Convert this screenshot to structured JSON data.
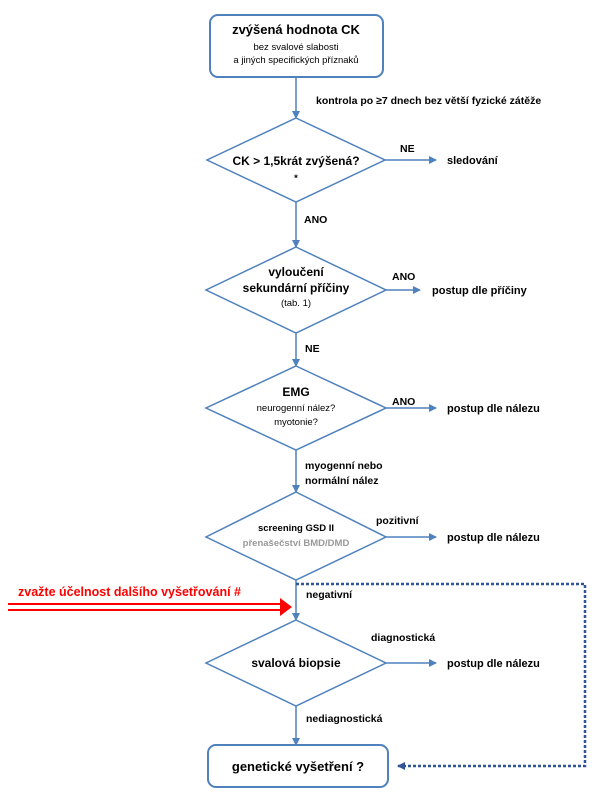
{
  "colors": {
    "line": "#4f81bd",
    "shape_fill": "#ffffff",
    "warning": "#ff0000",
    "dashed": "#2f5597",
    "muted_text": "#999999"
  },
  "start": {
    "title": "zvýšená hodnota CK",
    "line1": "bez svalové slabosti",
    "line2": "a jiných specifických příznaků"
  },
  "step1": {
    "label": "kontrola po ≥7 dnech bez větší fyzické zátěže"
  },
  "d1": {
    "text": "CK > 1,5krát  zvýšená?",
    "mark": "*",
    "side_label": "NE",
    "outcome": "sledování",
    "down_label": "ANO"
  },
  "d2": {
    "line1": "vyloučení",
    "line2": "sekundární příčiny",
    "line3": "(tab. 1)",
    "side_label": "ANO",
    "outcome": "postup dle příčiny",
    "down_label": "NE"
  },
  "d3": {
    "line1": "EMG",
    "line2": "neurogenní nález?",
    "line3": "myotonie?",
    "side_label": "ANO",
    "outcome": "postup dle nálezu",
    "down_label1": "myogenní nebo",
    "down_label2": "normální nález"
  },
  "d4": {
    "line1": "screening GSD II",
    "line2": "přenašečství BMD/DMD",
    "side_label": "pozitivní",
    "outcome": "postup dle nálezu",
    "down_label": "negativní"
  },
  "warning": {
    "text": "zvažte účelnost dalšího vyšetřování #"
  },
  "d5": {
    "text": "svalová biopsie",
    "side_label": "diagnostická",
    "outcome": "postup dle nálezu",
    "down_label": "nediagnostická"
  },
  "end": {
    "text": "genetické vyšetření ?"
  }
}
